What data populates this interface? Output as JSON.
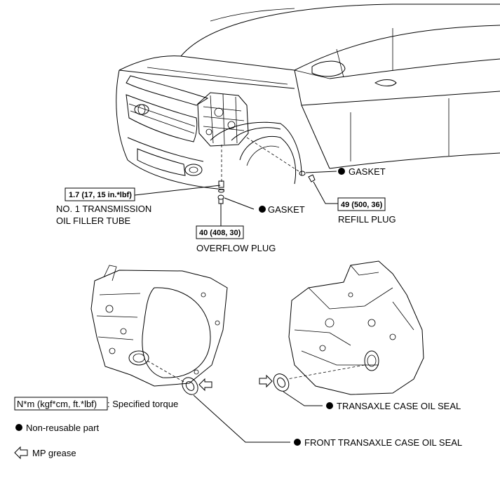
{
  "labels": {
    "gasket_upper": "GASKET",
    "torque_filler": "1.7 (17, 15 in.*lbf)",
    "filler_tube_line1": "NO. 1 TRANSMISSION",
    "filler_tube_line2": "OIL FILLER TUBE",
    "gasket_lower": "GASKET",
    "torque_refill": "49 (500, 36)",
    "refill_plug": "REFILL PLUG",
    "torque_overflow": "40 (408, 30)",
    "overflow_plug": "OVERFLOW PLUG",
    "transaxle_seal": "TRANSAXLE CASE OIL SEAL",
    "front_transaxle_seal": "FRONT TRANSAXLE CASE OIL SEAL"
  },
  "legend": {
    "torque_box": "N*m (kgf*cm, ft.*lbf)",
    "torque_desc": ": Specified torque",
    "nonreusable": "Non-reusable part",
    "grease": "MP grease"
  }
}
